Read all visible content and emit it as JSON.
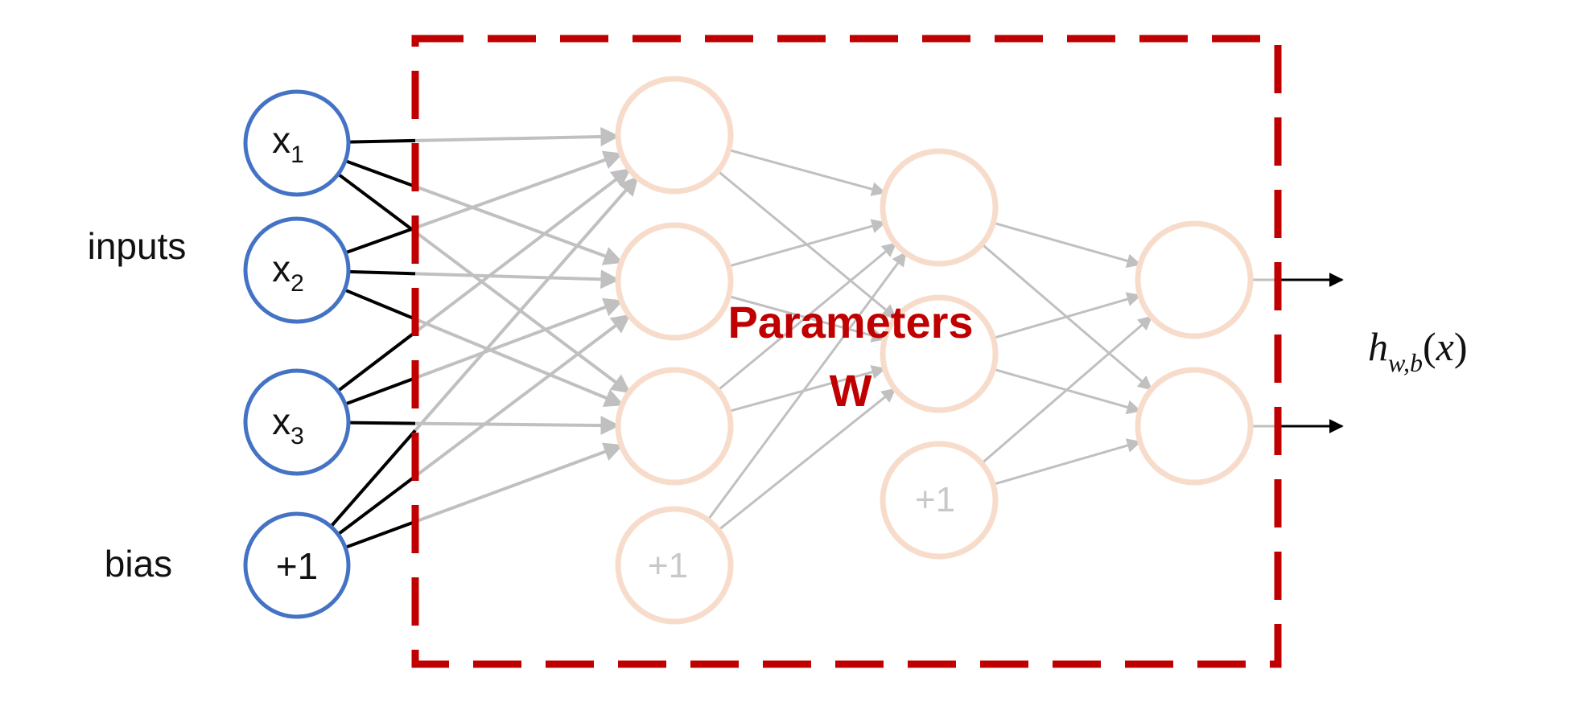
{
  "labels": {
    "inputs": "inputs",
    "bias": "bias",
    "parameters_line1": "Parameters",
    "parameters_line2": "W"
  },
  "input_nodes": [
    {
      "id": "x1",
      "main": "x",
      "sub": "1"
    },
    {
      "id": "x2",
      "main": "x",
      "sub": "2"
    },
    {
      "id": "x3",
      "main": "x",
      "sub": "3"
    },
    {
      "id": "b0",
      "main": "+1",
      "sub": ""
    }
  ],
  "hidden_bias_labels": {
    "layer2": "+1",
    "layer3": "+1"
  },
  "output_label": {
    "h": "h",
    "sub": "w,b",
    "open": "(",
    "x": "x",
    "close": ")"
  },
  "colors": {
    "input_node_stroke": "#4472c4",
    "hidden_node_stroke": "#f8dccb",
    "parameters_box": "#c00000",
    "parameters_text": "#c00000",
    "edge_active": "#000000",
    "edge_faded": "#c0c0c0",
    "faded_text": "#c8c8c8"
  }
}
